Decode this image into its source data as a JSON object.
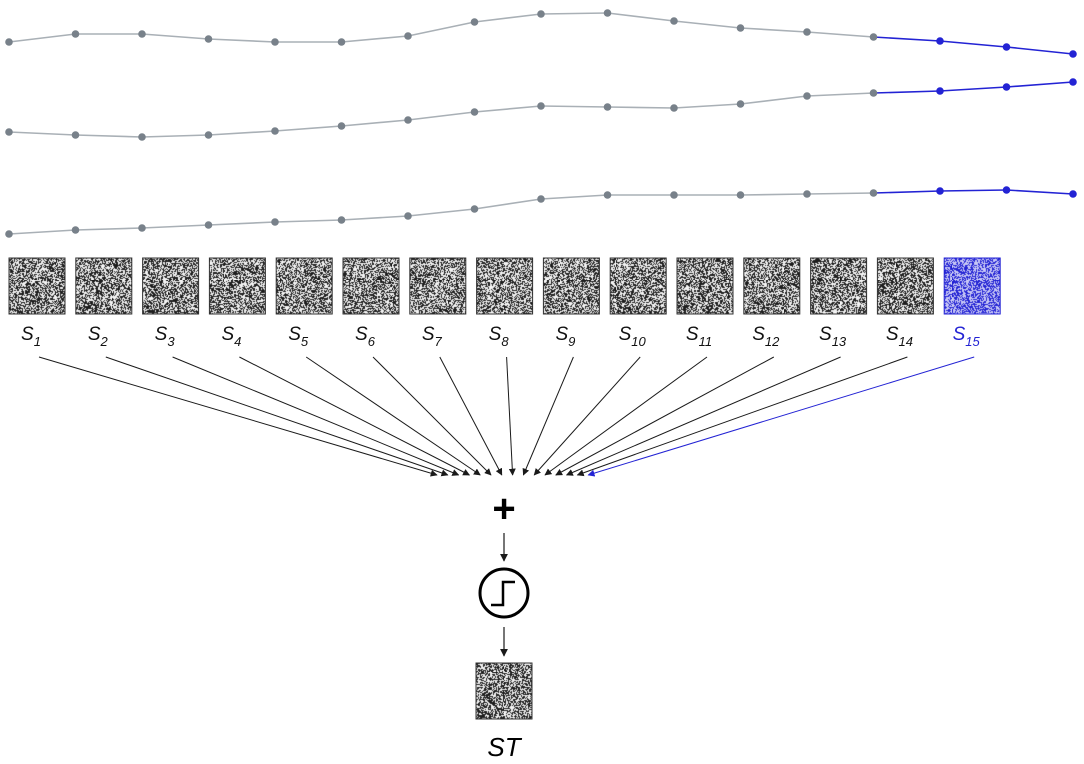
{
  "colors": {
    "background": "#ffffff",
    "gray_line": "#a9b0b6",
    "gray_point": "#78818a",
    "highlight": "#2323d4",
    "arrow": "#1a1a1a",
    "noise_dark": "#1e1e1e",
    "noise_light": "#f2f2f2"
  },
  "trajectories": [
    {
      "points": [
        42,
        34,
        34,
        39,
        42,
        42,
        36,
        22,
        14,
        13,
        21,
        28,
        32,
        37,
        41,
        47,
        54
      ]
    },
    {
      "points": [
        132,
        135,
        137,
        135,
        131,
        126,
        120,
        112,
        106,
        107,
        108,
        104,
        96,
        93,
        91,
        87,
        82
      ]
    },
    {
      "points": [
        234,
        230,
        228,
        225,
        222,
        220,
        216,
        209,
        199,
        195,
        195,
        195,
        194,
        193,
        191,
        190,
        194
      ]
    }
  ],
  "highlight_from_index": 14,
  "stimuli": [
    {
      "name": "S",
      "sub": "1"
    },
    {
      "name": "S",
      "sub": "2"
    },
    {
      "name": "S",
      "sub": "3"
    },
    {
      "name": "S",
      "sub": "4"
    },
    {
      "name": "S",
      "sub": "5"
    },
    {
      "name": "S",
      "sub": "6"
    },
    {
      "name": "S",
      "sub": "7"
    },
    {
      "name": "S",
      "sub": "8"
    },
    {
      "name": "S",
      "sub": "9"
    },
    {
      "name": "S",
      "sub": "10"
    },
    {
      "name": "S",
      "sub": "11"
    },
    {
      "name": "S",
      "sub": "12"
    },
    {
      "name": "S",
      "sub": "13"
    },
    {
      "name": "S",
      "sub": "14"
    },
    {
      "name": "S",
      "sub": "15",
      "highlight": true
    }
  ],
  "sum_symbol": "+",
  "threshold_icon": "step-function-icon",
  "output_label": "ST"
}
